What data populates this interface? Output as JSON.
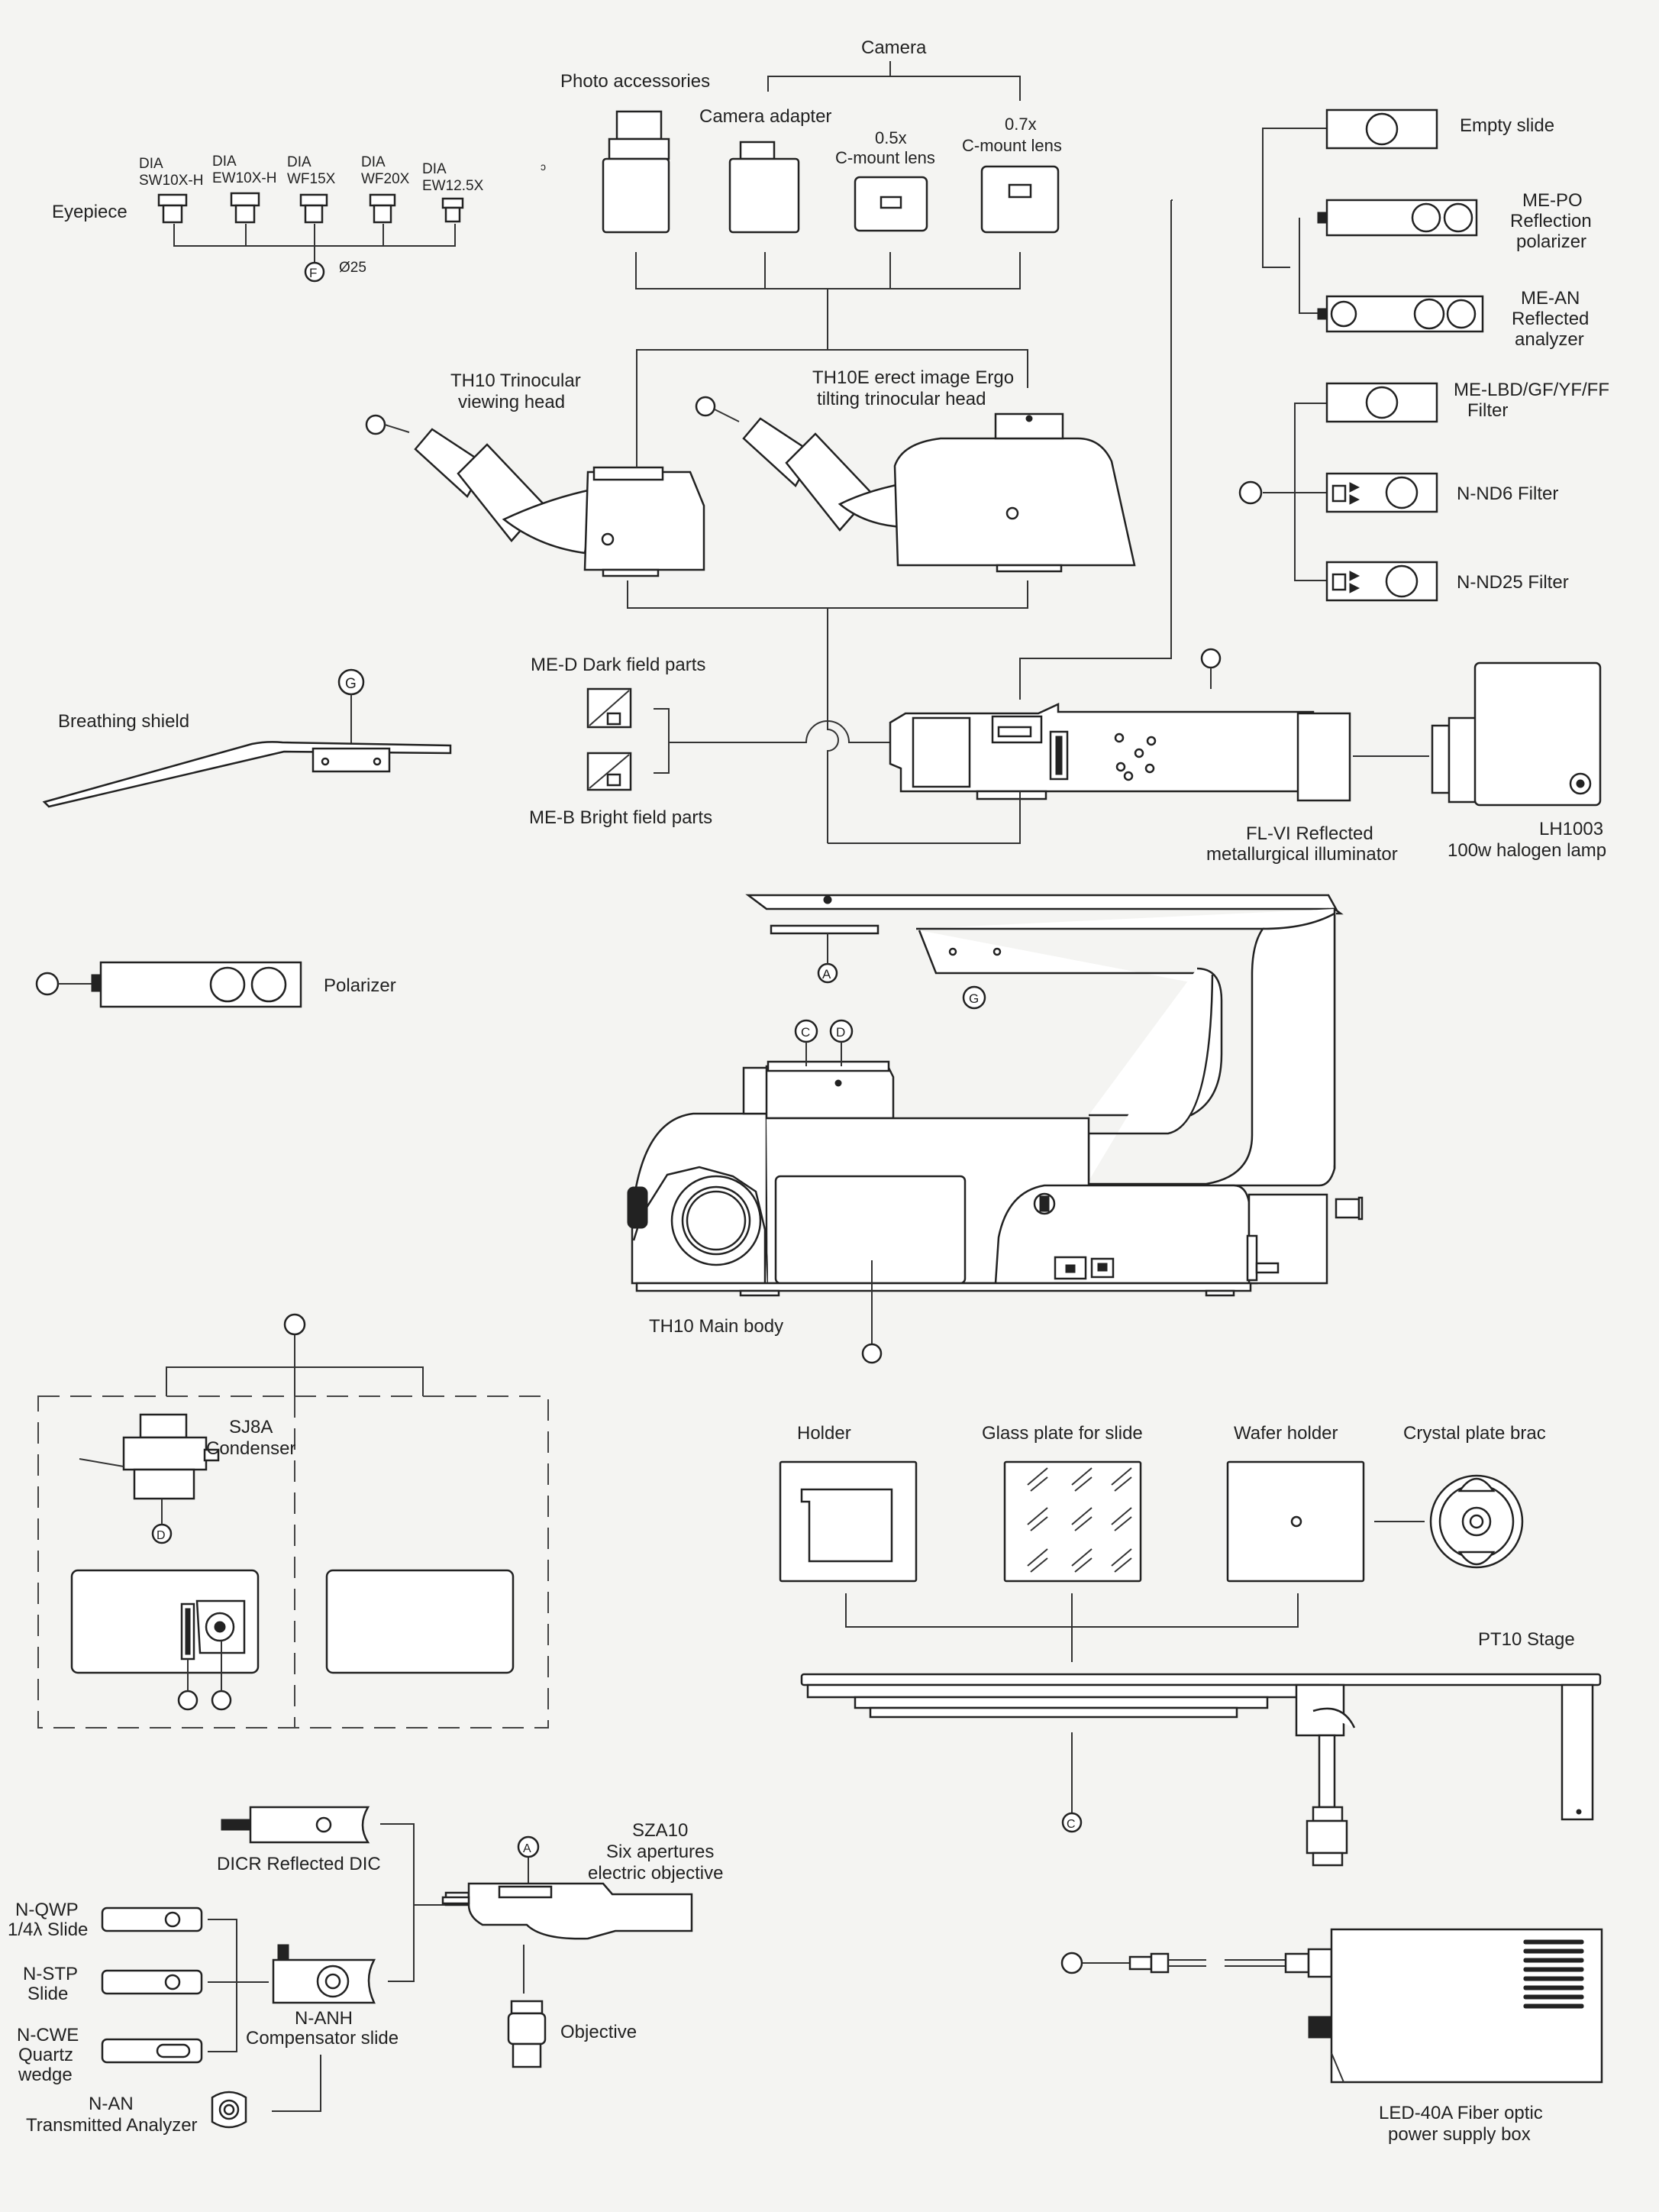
{
  "eyepiece": {
    "label": "Eyepiece",
    "items": [
      {
        "l1": "DIA",
        "l2": "SW10X-H"
      },
      {
        "l1": "DIA",
        "l2": "EW10X-H"
      },
      {
        "l1": "DIA",
        "l2": "WF15X"
      },
      {
        "l1": "DIA",
        "l2": "WF20X"
      },
      {
        "l1": "DIA",
        "l2": "EW12.5X"
      }
    ],
    "mount_letter": "F",
    "mount_size": "Ø25"
  },
  "photo_accessories": "Photo accessories",
  "camera": {
    "label": "Camera",
    "adapter": "Camera adapter",
    "lens05_l1": "0.5x",
    "lens05_l2": "C-mount lens",
    "lens07_l1": "0.7x",
    "lens07_l2": "C-mount lens"
  },
  "right_slides": {
    "empty": "Empty slide",
    "po_l1": "ME-PO",
    "po_l2": "Reflection",
    "po_l3": "polarizer",
    "an_l1": "ME-AN",
    "an_l2": "Reflected",
    "an_l3": "analyzer",
    "filter_l1": "ME-LBD/GF/YF/FF",
    "filter_l2": "Filter",
    "nd6": "N-ND6 Filter",
    "nd25": "N-ND25 Filter"
  },
  "heads": {
    "th10_l1": "TH10  Trinocular",
    "th10_l2": "viewing head",
    "th10e_l1": "TH10E erect image Ergo",
    "th10e_l2": "tilting trinocular head"
  },
  "breathing_shield": "Breathing shield",
  "dark_field": "ME-D Dark field parts",
  "bright_field": "ME-B Bright field parts",
  "illuminator_l1": "FL-VI Reflected",
  "illuminator_l2": "metallurgical illuminator",
  "lamp_l1": "LH1003",
  "lamp_l2": "100w halogen lamp",
  "polarizer": "Polarizer",
  "main_body": "TH10 Main body",
  "letters": {
    "a": "A",
    "c": "C",
    "d": "D",
    "g": "G"
  },
  "condenser_l1": "SJ8A",
  "condenser_l2": "Condenser",
  "stage_accessories": {
    "holder": "Holder",
    "glass": "Glass plate for slide",
    "wafer": "Wafer holder",
    "crystal": "Crystal plate brac"
  },
  "stage": "PT10 Stage",
  "dic": "DICR  Reflected DIC",
  "sza_l1": "SZA10",
  "sza_l2": "Six apertures",
  "sza_l3": "electric objective",
  "qwp_l1": "N-QWP",
  "qwp_l2": "1/4λ Slide",
  "stp_l1": "N-STP",
  "stp_l2": "Slide",
  "cwe_l1": "N-CWE",
  "cwe_l2": "Quartz",
  "cwe_l3": "wedge",
  "anh_l1": "N-ANH",
  "anh_l2": "Compensator slide",
  "an_l1": "N-AN",
  "an_l2": "Transmitted Analyzer",
  "objective": "Objective",
  "led_l1": "LED-40A Fiber optic",
  "led_l2": "power supply box",
  "colors": {
    "background": "#f4f4f2",
    "line": "#222222"
  }
}
